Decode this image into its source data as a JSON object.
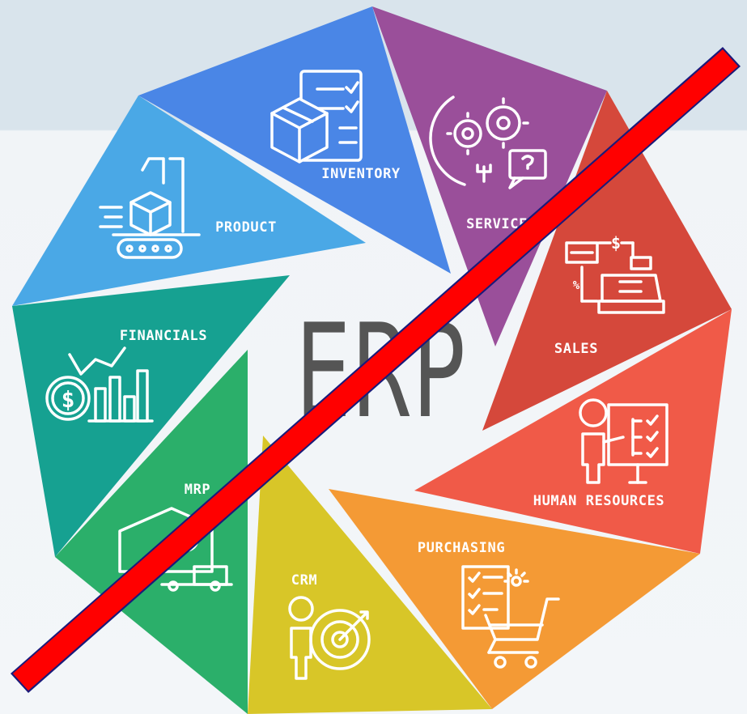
{
  "center": {
    "title": "ERP"
  },
  "segments": [
    {
      "label": "INVENTORY",
      "color": "#4a86e6",
      "icon": "box-with-checklist-icon"
    },
    {
      "label": "SERVICE",
      "color": "#9a4f9a",
      "icon": "gears-wrench-chat-icon"
    },
    {
      "label": "SALES",
      "color": "#d5483b",
      "icon": "cash-register-icon"
    },
    {
      "label": "HUMAN RESOURCES",
      "color": "#f05a48",
      "icon": "person-presentation-icon"
    },
    {
      "label": "PURCHASING",
      "color": "#f49a35",
      "icon": "checklist-shopping-cart-icon"
    },
    {
      "label": "CRM",
      "color": "#d8c628",
      "icon": "person-target-icon"
    },
    {
      "label": "MRP",
      "color": "#2baf6a",
      "icon": "factory-truck-icon"
    },
    {
      "label": "FINANCIALS",
      "color": "#16a191",
      "icon": "dollar-bar-chart-icon"
    },
    {
      "label": "PRODUCT",
      "color": "#4aa8e6",
      "icon": "conveyor-box-icon"
    }
  ],
  "overlay": {
    "strike_color": "#ff0000",
    "strike_outline": "#1a1a7a"
  }
}
